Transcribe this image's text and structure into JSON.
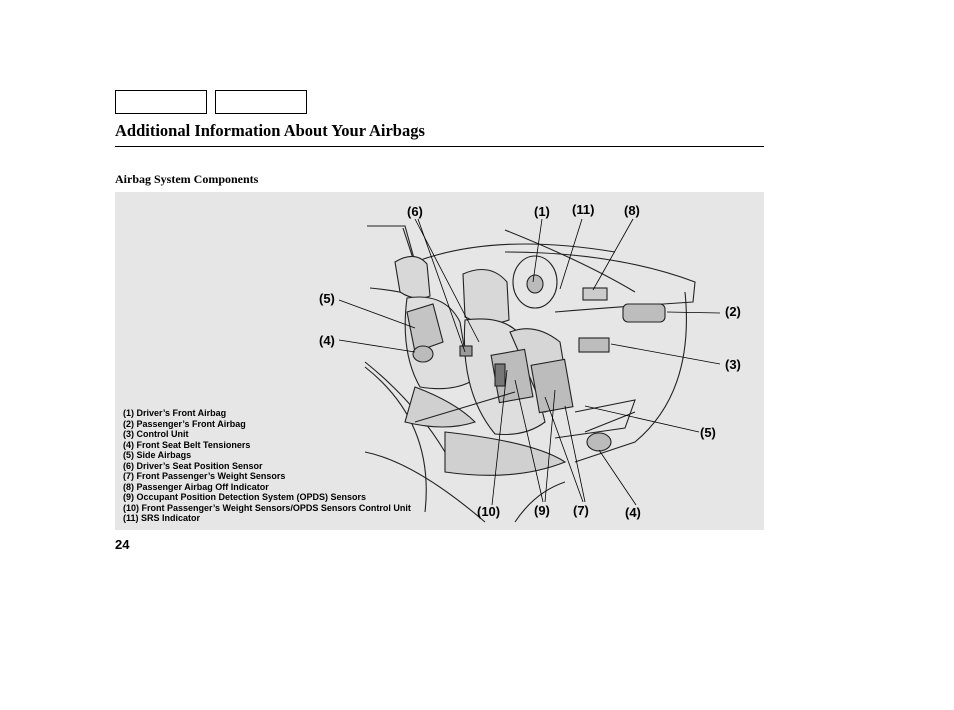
{
  "header": {
    "tabs": [
      "",
      ""
    ],
    "title": "Additional Information About Your Airbags"
  },
  "section": {
    "subtitle": "Airbag System Components"
  },
  "figure": {
    "legend": [
      "(1) Driver’s Front Airbag",
      "(2) Passenger’s Front Airbag",
      "(3) Control Unit",
      "(4) Front Seat Belt Tensioners",
      "(5) Side Airbags",
      "(6) Driver’s Seat Position Sensor",
      "(7) Front Passenger’s Weight Sensors",
      "(8) Passenger Airbag Off Indicator",
      "(9) Occupant Position Detection System (OPDS) Sensors",
      "(10) Front Passenger’s Weight Sensors/OPDS Sensors Control Unit",
      "(11) SRS Indicator"
    ],
    "callouts": {
      "c6": "(6)",
      "c1": "(1)",
      "c11": "(11)",
      "c8": "(8)",
      "c5_left": "(5)",
      "c4_left": "(4)",
      "c2": "(2)",
      "c3": "(3)",
      "c5_right": "(5)",
      "c10": "(10)",
      "c9": "(9)",
      "c7": "(7)",
      "c4_right": "(4)"
    }
  },
  "footer": {
    "page_number": "24"
  }
}
